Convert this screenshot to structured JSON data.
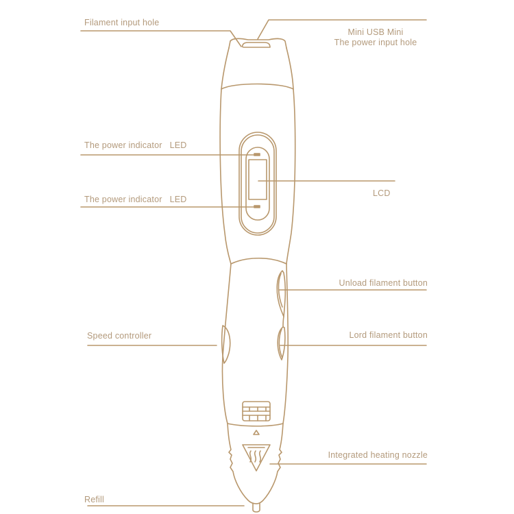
{
  "diagram": {
    "subject": "3D printing pen",
    "line_color": "#b8976c",
    "text_color": "#b39a7c",
    "labels": {
      "filament_input_hole": "Filament input hole",
      "usb_line1": "Mini USB Mini",
      "usb_line2": "The power input hole",
      "led_top": "The power indicator   LED",
      "led_bottom": "The power indicator   LED",
      "lcd": "LCD",
      "unload_button": "Unload filament button",
      "speed_controller": "Speed controller",
      "load_button": "Lord filament button",
      "heating_nozzle": "Integrated heating nozzle",
      "refill": "Refill"
    }
  }
}
